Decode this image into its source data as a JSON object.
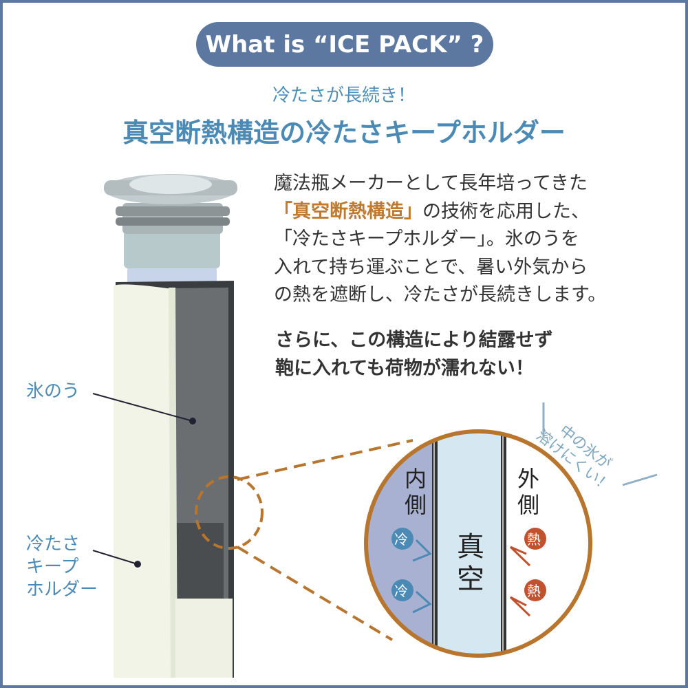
{
  "title": "What is “ICE PACK” ?",
  "subtitle": "冷たさが長続き！",
  "heading": "真空断熱構造の冷たさキープホルダー",
  "description": {
    "line1": "魔法瓶メーカーとして長年培ってきた",
    "line2_highlight": "「真空断熱構造」",
    "line2_rest": "の技術を応用した、",
    "line3": "「冷たさキープホルダー」。氷のうを",
    "line4": "入れて持ち運ぶことで、暑い外気から",
    "line5": "の熱を遮断し、冷たさが長続きします。"
  },
  "emphasis": {
    "line1": "さらに、この構造により結露せず",
    "line2": "鞄に入れても荷物が濡れない！"
  },
  "labels": {
    "ice_pack": "氷のう",
    "holder_line1": "冷たさ",
    "holder_line2": "キープ",
    "holder_line3": "ホルダー"
  },
  "callout": {
    "line1": "中の氷が",
    "line2": "溶けにくい！"
  },
  "diagram": {
    "inner": [
      "内",
      "側"
    ],
    "outer": [
      "外",
      "側"
    ],
    "vacuum": [
      "真",
      "空"
    ],
    "cold": "冷",
    "heat": "熱"
  },
  "colors": {
    "accent_blue": "#4b8ab4",
    "pill": "#5c78a0",
    "highlight": "#c07a30",
    "heat": "#c0522e"
  }
}
